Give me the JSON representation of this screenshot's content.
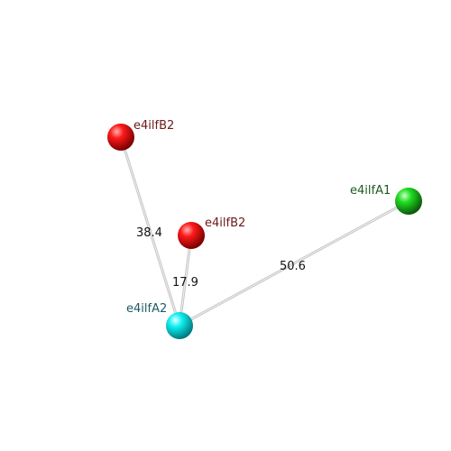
{
  "nodes": [
    {
      "id": "b2_top",
      "label": "e4ilfB2",
      "color": "#ff0000",
      "label_color": "#6b1a1a"
    },
    {
      "id": "b2_mid",
      "label": "e4ilfB2",
      "color": "#ff0000",
      "label_color": "#6b1a1a"
    },
    {
      "id": "a1",
      "label": "e4ilfA1",
      "color": "#22cc22",
      "label_color": "#1e5a1e"
    },
    {
      "id": "a2",
      "label": "e4ilfA2",
      "color": "#00e5ee",
      "label_color": "#1e5a66"
    }
  ],
  "edges": [
    {
      "from": "b2_top",
      "to": "a2",
      "label": "38.4"
    },
    {
      "from": "b2_mid",
      "to": "a2",
      "label": "17.9"
    },
    {
      "from": "a1",
      "to": "a2",
      "label": "50.6"
    }
  ]
}
